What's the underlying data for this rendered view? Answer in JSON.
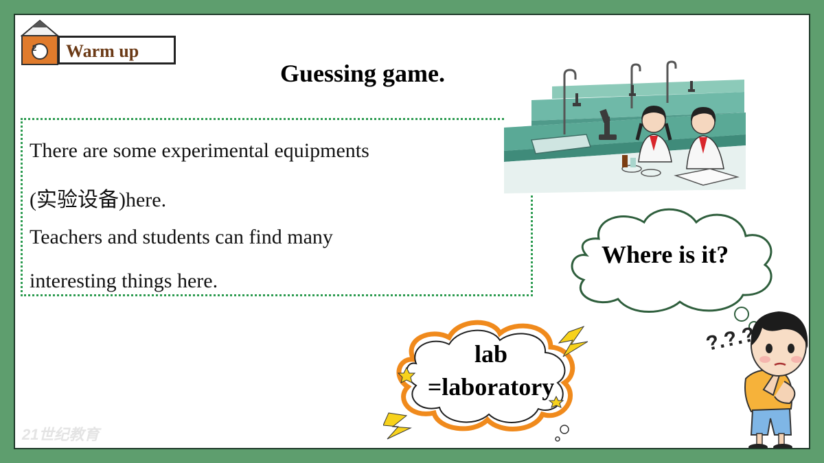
{
  "section": {
    "number": "2",
    "label": "Warm up"
  },
  "title": "Guessing game.",
  "description": {
    "lines": [
      "There are some experimental equipments",
      "(实验设备)here.",
      "Teachers and students can find many",
      "interesting things here."
    ]
  },
  "question_bubble": {
    "text": "Where is it?"
  },
  "answer_bubble": {
    "line1": "lab",
    "line2": "=laboratory"
  },
  "thinking_marks": "?.?.?",
  "colors": {
    "frame": "#5e9e6e",
    "dotted_border": "#2a9a4e",
    "section_label": "#6b3a16",
    "badge_orange": "#e07b2c",
    "cloud_orange": "#f08a1c",
    "lightning_yellow": "#f7d21c"
  },
  "icons": {
    "badge": "pencil-badge-icon",
    "illustration": "lab-classroom-illustration",
    "character": "thinking-boy-illustration"
  }
}
